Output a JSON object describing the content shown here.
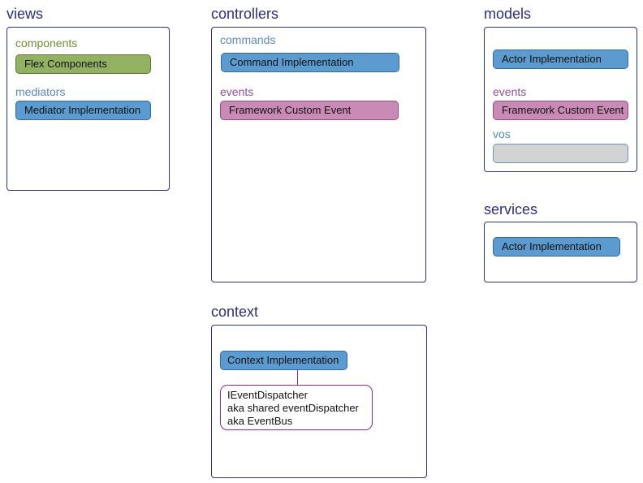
{
  "views": {
    "title": "views",
    "components_label": "components",
    "components_item": "Flex Components",
    "mediators_label": "mediators",
    "mediators_item": "Mediator Implementation"
  },
  "controllers": {
    "title": "controllers",
    "commands_label": "commands",
    "commands_item": "Command Implementation",
    "events_label": "events",
    "events_item": "Framework Custom Event"
  },
  "models": {
    "title": "models",
    "actor_item": "Actor Implementation",
    "events_label": "events",
    "events_item": "Framework Custom Event",
    "vos_label": "vos",
    "vos_item": ""
  },
  "services": {
    "title": "services",
    "actor_item": "Actor Implementation"
  },
  "context": {
    "title": "context",
    "impl_item": "Context Implementation",
    "dispatcher_lines": [
      "IEventDispatcher",
      "aka shared eventDispatcher",
      "aka EventBus"
    ]
  },
  "colors": {
    "heading": "#2b2e7a",
    "panel_border": "#2f3182",
    "green_fill": "#92b163",
    "blue_fill": "#5b9bd0",
    "pink_fill": "#c98bb6",
    "gray_fill": "#d3d3d3",
    "connector": "#8a2a8a"
  }
}
